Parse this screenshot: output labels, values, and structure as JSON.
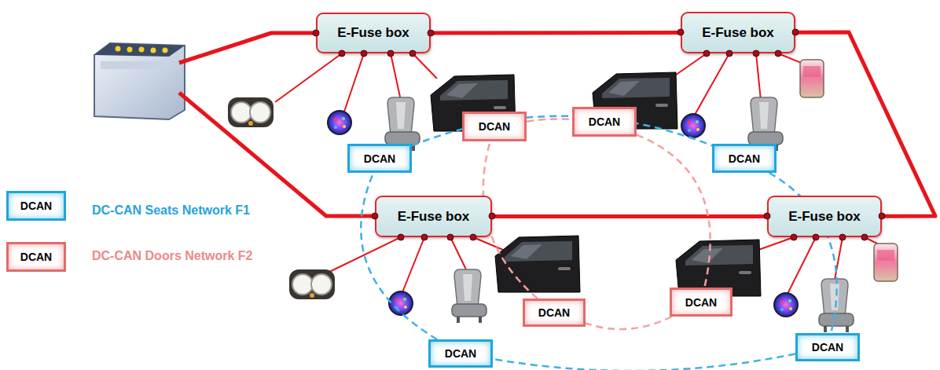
{
  "diagram": {
    "nodes": [
      {
        "text": [
          "E-Fuse box"
        ]
      },
      {
        "text": [
          "E-Fuse box"
        ]
      },
      {
        "text": [
          "DCAN"
        ]
      },
      {
        "text": [
          "DCAN"
        ]
      },
      {
        "text": [
          "DCAN"
        ]
      },
      {
        "text": [
          "DCAN"
        ]
      },
      {
        "text": [
          "DCAN"
        ]
      },
      {
        "text": [
          "E-Fuse box"
        ]
      },
      {
        "text": [
          "E-Fuse box"
        ]
      },
      {
        "text": [
          "DCAN"
        ]
      },
      {
        "text": [
          "DCAN"
        ]
      },
      {
        "text": [
          "DCAN"
        ]
      },
      {
        "text": [
          "DCAN"
        ]
      },
      {
        "text": [
          "DCAN"
        ]
      }
    ],
    "edges": [
      {
        "from": 0,
        "to": 1,
        "arrow": "none"
      },
      {
        "from": 7,
        "to": 8,
        "arrow": "none"
      },
      {
        "from": 1,
        "to": 8,
        "arrow": "none"
      },
      {
        "from": 4,
        "to": 5,
        "arrow": "none"
      },
      {
        "from": 5,
        "to": 12,
        "arrow": "none"
      },
      {
        "from": 12,
        "to": 13,
        "arrow": "none"
      },
      {
        "from": 13,
        "to": 4,
        "arrow": "none"
      },
      {
        "from": 2,
        "to": 3,
        "arrow": "none"
      },
      {
        "from": 3,
        "to": 10,
        "arrow": "none"
      },
      {
        "from": 10,
        "to": 11,
        "arrow": "none"
      },
      {
        "from": 11,
        "to": 2,
        "arrow": "none"
      }
    ],
    "legend": [
      {
        "text": "DC-CAN Seats Network F1"
      },
      {
        "text": "DC-CAN Doors Network F2"
      }
    ]
  }
}
